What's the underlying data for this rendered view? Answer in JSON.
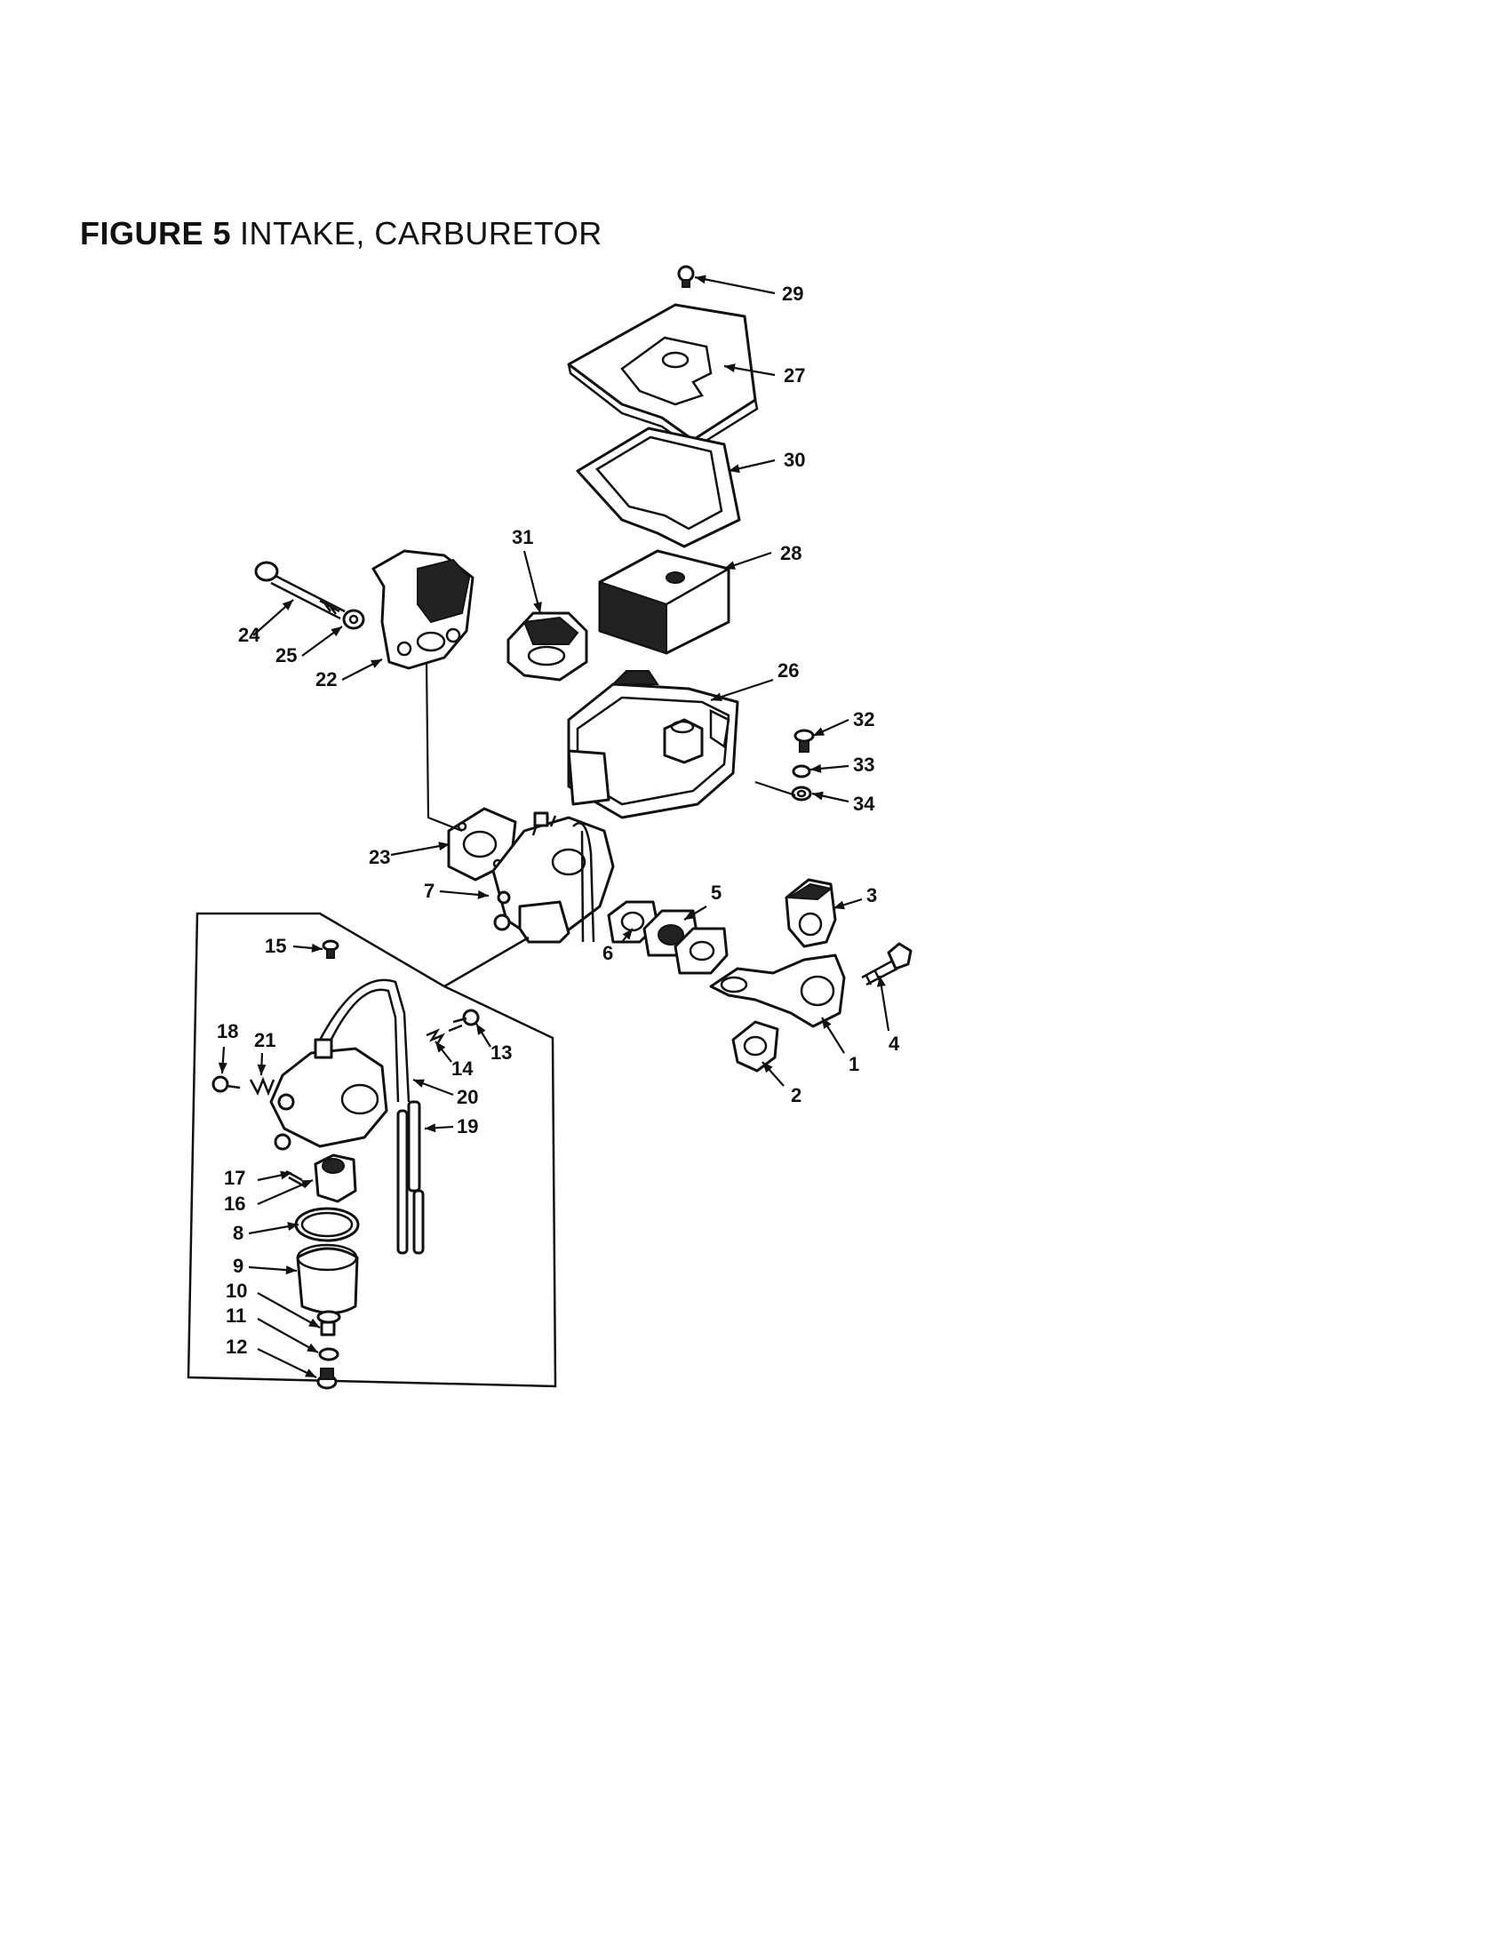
{
  "figure": {
    "number_label": "FIGURE 5",
    "title": "INTAKE, CARBURETOR"
  },
  "callouts": [
    {
      "id": "29",
      "label": "29"
    },
    {
      "id": "27",
      "label": "27"
    },
    {
      "id": "30",
      "label": "30"
    },
    {
      "id": "28",
      "label": "28"
    },
    {
      "id": "31",
      "label": "31"
    },
    {
      "id": "24",
      "label": "24"
    },
    {
      "id": "25",
      "label": "25"
    },
    {
      "id": "22",
      "label": "22"
    },
    {
      "id": "26",
      "label": "26"
    },
    {
      "id": "32",
      "label": "32"
    },
    {
      "id": "33",
      "label": "33"
    },
    {
      "id": "34",
      "label": "34"
    },
    {
      "id": "23",
      "label": "23"
    },
    {
      "id": "7",
      "label": "7"
    },
    {
      "id": "5",
      "label": "5"
    },
    {
      "id": "3",
      "label": "3"
    },
    {
      "id": "6",
      "label": "6"
    },
    {
      "id": "4",
      "label": "4"
    },
    {
      "id": "1",
      "label": "1"
    },
    {
      "id": "2",
      "label": "2"
    },
    {
      "id": "15",
      "label": "15"
    },
    {
      "id": "18",
      "label": "18"
    },
    {
      "id": "21",
      "label": "21"
    },
    {
      "id": "14",
      "label": "14"
    },
    {
      "id": "13",
      "label": "13"
    },
    {
      "id": "20",
      "label": "20"
    },
    {
      "id": "19",
      "label": "19"
    },
    {
      "id": "17",
      "label": "17"
    },
    {
      "id": "16",
      "label": "16"
    },
    {
      "id": "8",
      "label": "8"
    },
    {
      "id": "9",
      "label": "9"
    },
    {
      "id": "10",
      "label": "10"
    },
    {
      "id": "11",
      "label": "11"
    },
    {
      "id": "12",
      "label": "12"
    }
  ]
}
